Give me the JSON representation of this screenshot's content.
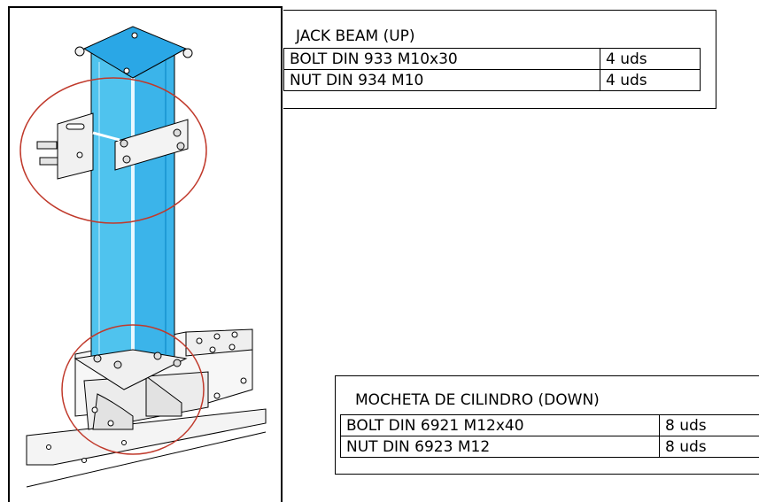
{
  "colors": {
    "beam_fill": "#4fc3ee",
    "beam_dark": "#1f9bd6",
    "top_plate": "#2aa7e6",
    "highlight_circle": "#c0392b",
    "steel": "#e8e8e8"
  },
  "jack_beam_up": {
    "title": "JACK BEAM (UP)",
    "rows": [
      {
        "description": "BOLT DIN 933 M10x30",
        "quantity": "4 uds"
      },
      {
        "description": "NUT DIN 934 M10",
        "quantity": "4 uds"
      }
    ]
  },
  "mocheta_down": {
    "title": "MOCHETA DE CILINDRO (DOWN)",
    "rows": [
      {
        "description": "BOLT DIN 6921 M12x40",
        "quantity": "8 uds"
      },
      {
        "description": "NUT DIN 6923 M12",
        "quantity": "8 uds"
      }
    ]
  }
}
